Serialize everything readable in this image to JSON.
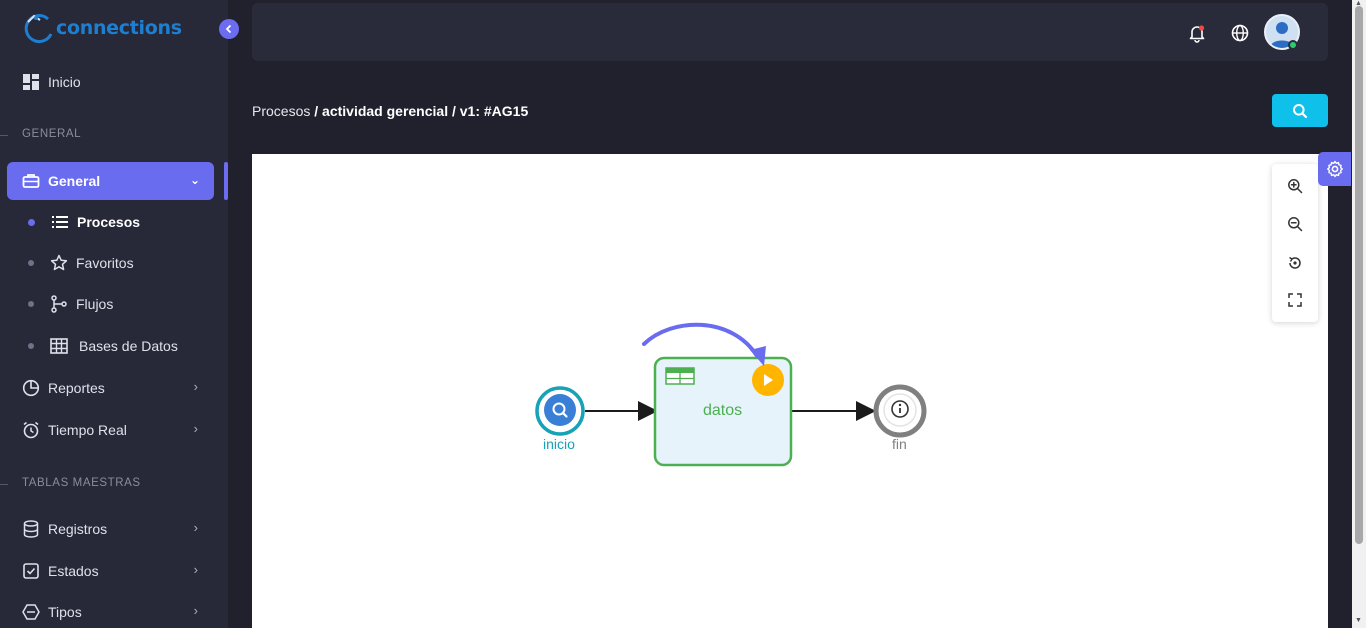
{
  "app": {
    "logo_text": "connections",
    "logo_sub": "  "
  },
  "sidebar": {
    "home": "Inicio",
    "section_general": "GENERAL",
    "general": "General",
    "sub_items": [
      "Procesos",
      "Favoritos",
      "Flujos",
      "Bases de Datos"
    ],
    "reportes": "Reportes",
    "tiempo_real": "Tiempo Real",
    "section_tablas": "TABLAS MAESTRAS",
    "registros": "Registros",
    "estados": "Estados",
    "tipos": "Tipos"
  },
  "breadcrumb": {
    "root": "Procesos",
    "sep": " / ",
    "path": "actividad gerencial / v1: #AG15"
  },
  "diagram": {
    "start_label": "inicio",
    "task_label": "datos",
    "end_label": "fin"
  },
  "colors": {
    "accent": "#6a6cf0",
    "search_button": "#0fc0ea",
    "start_event": "#17a2b8",
    "task_border": "#4caf50",
    "task_fill": "#e6f3fb",
    "play_badge": "#ffb400",
    "end_event": "#808080"
  }
}
